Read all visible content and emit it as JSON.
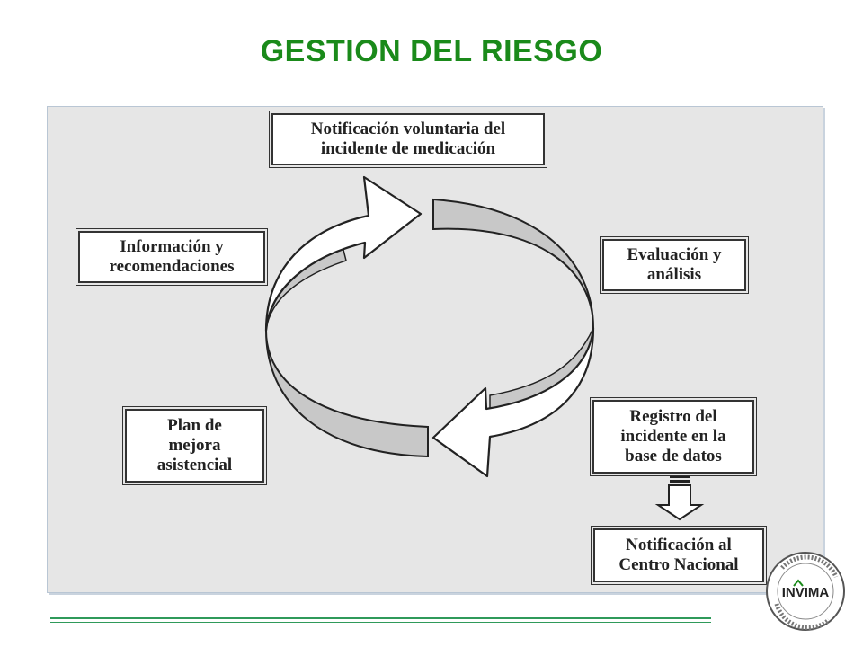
{
  "title": "GESTION DEL RIESGO",
  "boxes": {
    "notificacion_voluntaria": [
      "Notificación voluntaria del",
      "incidente de medicación"
    ],
    "informacion": [
      "Información y",
      "recomendaciones"
    ],
    "evaluacion": [
      "Evaluación y",
      "análisis"
    ],
    "plan": [
      "Plan de",
      "mejora",
      "asistencial"
    ],
    "registro": [
      "Registro del",
      "incidente en la",
      "base de datos"
    ],
    "notificacion_centro": [
      "Notificación al",
      "Centro Nacional"
    ]
  },
  "logo": {
    "text": "INVIMA",
    "accent": "#1a8a1a"
  },
  "colors": {
    "title": "#1a8a1a",
    "panel": "#e6e6e6",
    "band": "#c8c8c8",
    "rule": "#2f9a5a"
  }
}
